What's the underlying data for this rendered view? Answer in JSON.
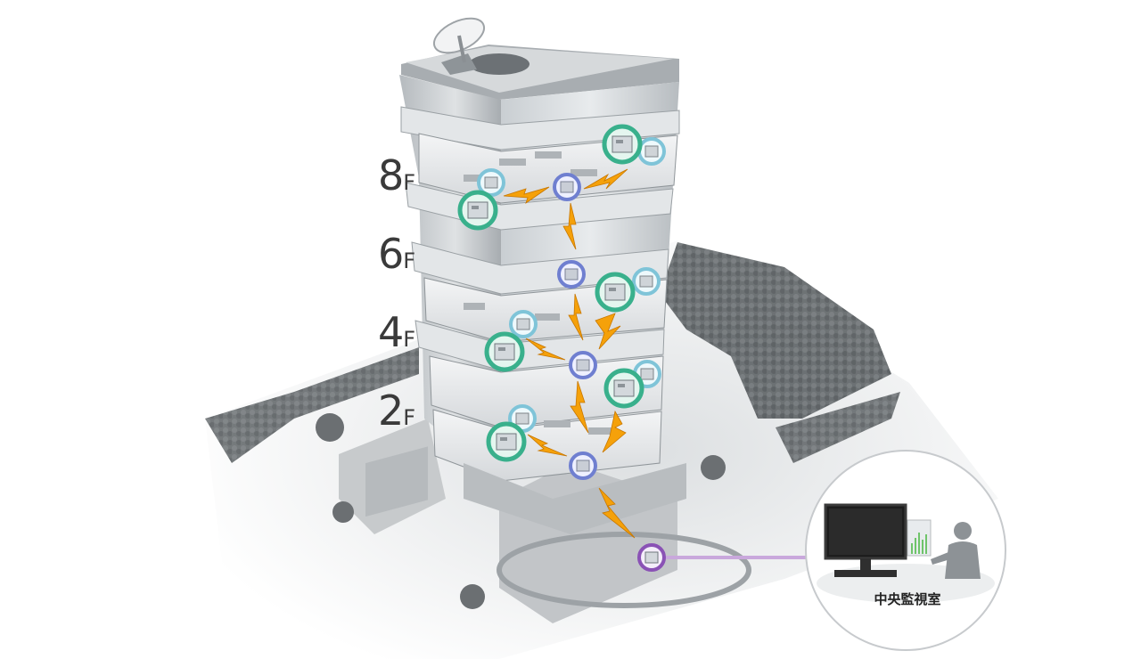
{
  "floors": [
    {
      "id": "8f",
      "number": "8",
      "unit": "F"
    },
    {
      "id": "6f",
      "number": "6",
      "unit": "F"
    },
    {
      "id": "4f",
      "number": "4",
      "unit": "F"
    },
    {
      "id": "2f",
      "number": "2",
      "unit": "F"
    }
  ],
  "monitoring_room": {
    "label": "中央監視室"
  },
  "colors": {
    "repeater_ring": "#6f7fd0",
    "sensor_ring": "#7fc4d8",
    "logger_ring": "#39b08c",
    "gateway_ring": "#8a52b5",
    "lightning": "#f5a10a",
    "link_line": "#c9a8dc"
  },
  "icons": [
    "satellite-dish-icon",
    "wireless-repeater-icon",
    "sensor-node-icon",
    "data-logger-icon",
    "lightning-bolt-icon",
    "gateway-icon",
    "monitor-icon",
    "operator-icon"
  ]
}
